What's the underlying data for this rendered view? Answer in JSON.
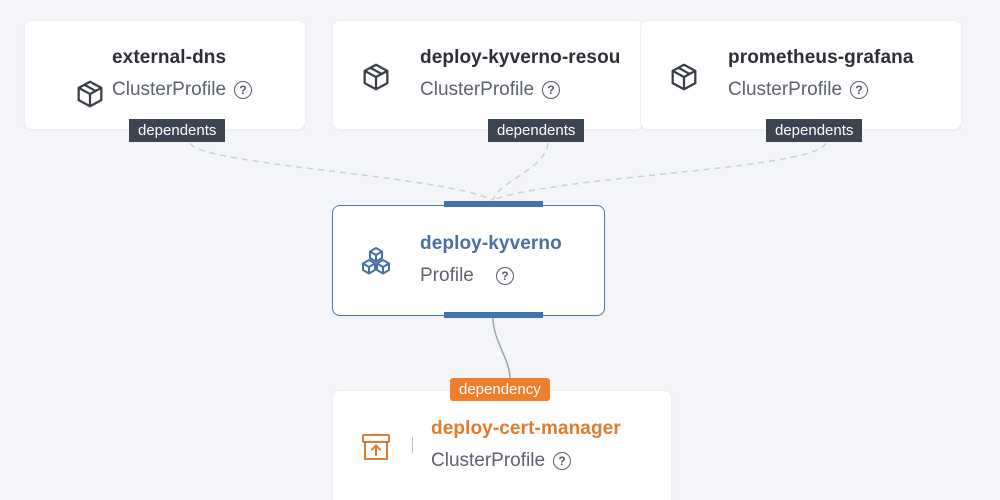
{
  "nodes": {
    "external_dns": {
      "name": "external-dns",
      "kind": "ClusterProfile",
      "icon": "cube-icon"
    },
    "deploy_kyverno_resources": {
      "name": "deploy-kyverno-resou",
      "kind": "ClusterProfile",
      "icon": "cube-icon"
    },
    "prometheus_grafana": {
      "name": "prometheus-grafana",
      "kind": "ClusterProfile",
      "icon": "cube-icon"
    },
    "deploy_kyverno": {
      "name": "deploy-kyverno",
      "kind": "Profile",
      "icon": "cubes-stack-icon",
      "selected": true
    },
    "deploy_cert_manager": {
      "name": "deploy-cert-manager",
      "kind": "ClusterProfile",
      "icon": "archive-upload-icon"
    }
  },
  "help_glyph": "?",
  "edge_labels": {
    "dependents": "dependents",
    "dependency": "dependency"
  },
  "colors": {
    "background": "#f3f5f8",
    "dependents_badge": "#3b4553",
    "dependency_badge": "#f07f2d",
    "selected_accent": "#4272b3",
    "selected_title": "#4a6fa5",
    "dependency_title": "#e07a2c",
    "edge_dashed": "#c9cdd4"
  }
}
